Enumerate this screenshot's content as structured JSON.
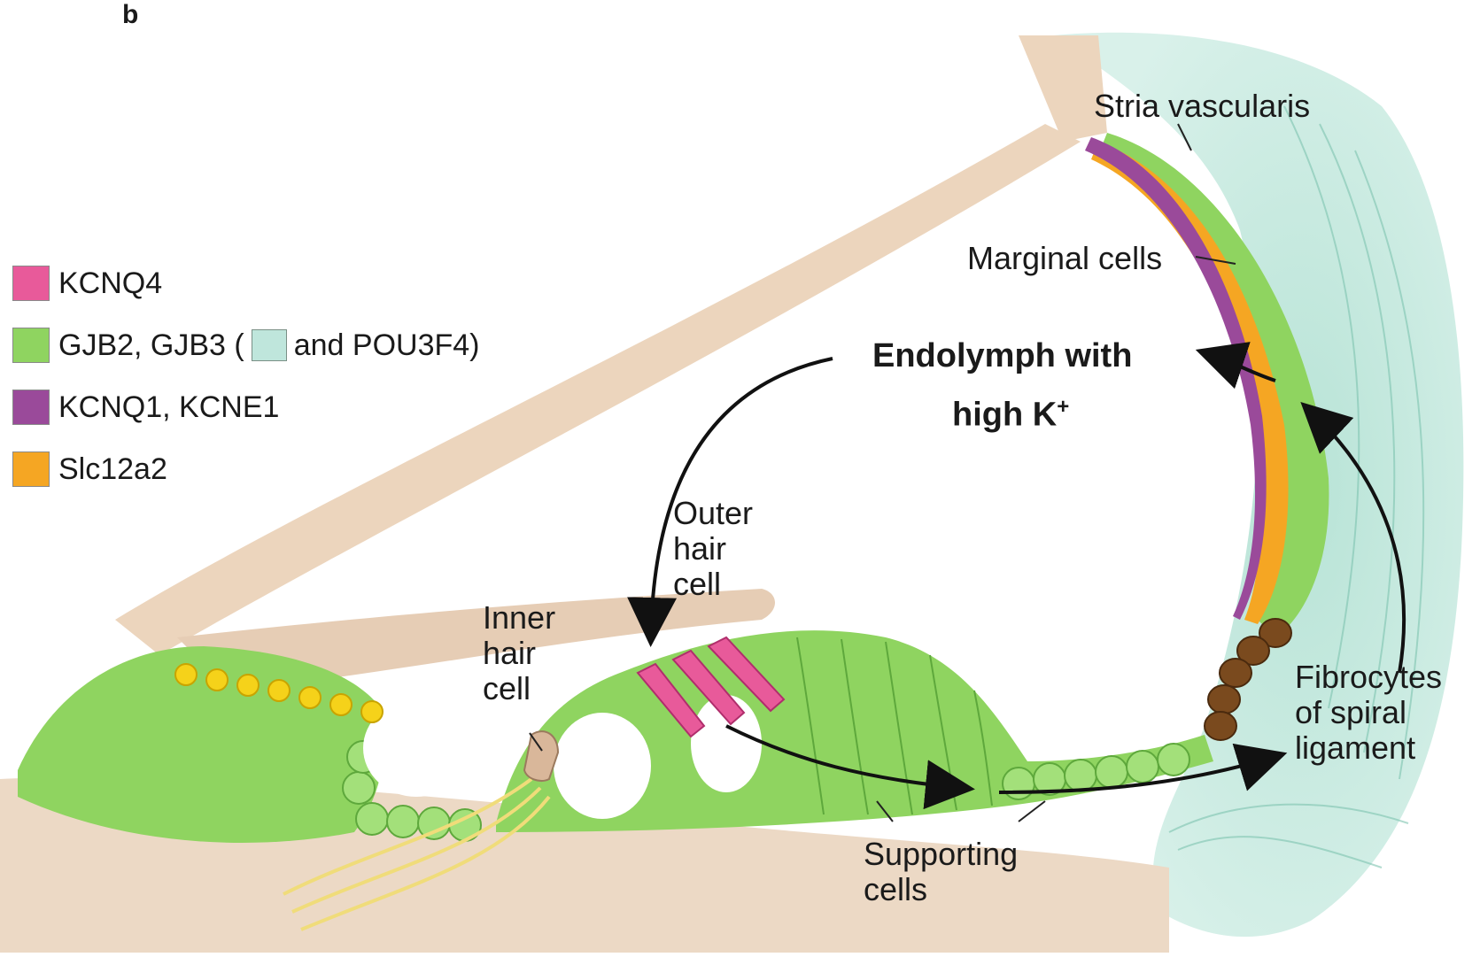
{
  "panel_letter": "b",
  "colors": {
    "kcnq4": "#e85a9a",
    "gjb": "#8fd460",
    "pou3f4": "#bfe6dc",
    "kcnq1": "#9a4a9a",
    "slc12a2": "#f5a623",
    "bone": "#ecd5bd",
    "ligament": "#a9dccd",
    "pigment": "#7a4a1e"
  },
  "legend": [
    {
      "id": "kcnq4",
      "label": "KCNQ4",
      "color": "#e85a9a"
    },
    {
      "id": "gjb",
      "label_before": "GJB2, GJB3 (",
      "label_after": "and POU3F4)",
      "color": "#8fd460",
      "inline_color": "#bfe6dc"
    },
    {
      "id": "kcnq1",
      "label": "KCNQ1, KCNE1",
      "color": "#9a4a9a"
    },
    {
      "id": "slc12a2",
      "label": "Slc12a2",
      "color": "#f5a623"
    }
  ],
  "labels": {
    "stria": "Stria vascularis",
    "marginal": "Marginal cells",
    "endolymph_line1": "Endolymph with",
    "endolymph_line2": "high K",
    "endolymph_sup": "+",
    "outer": [
      "Outer",
      "hair",
      "cell"
    ],
    "inner": [
      "Inner",
      "hair",
      "cell"
    ],
    "fibrocytes": [
      "Fibrocytes",
      "of spiral",
      "ligament"
    ],
    "supporting": [
      "Supporting",
      "cells"
    ]
  }
}
